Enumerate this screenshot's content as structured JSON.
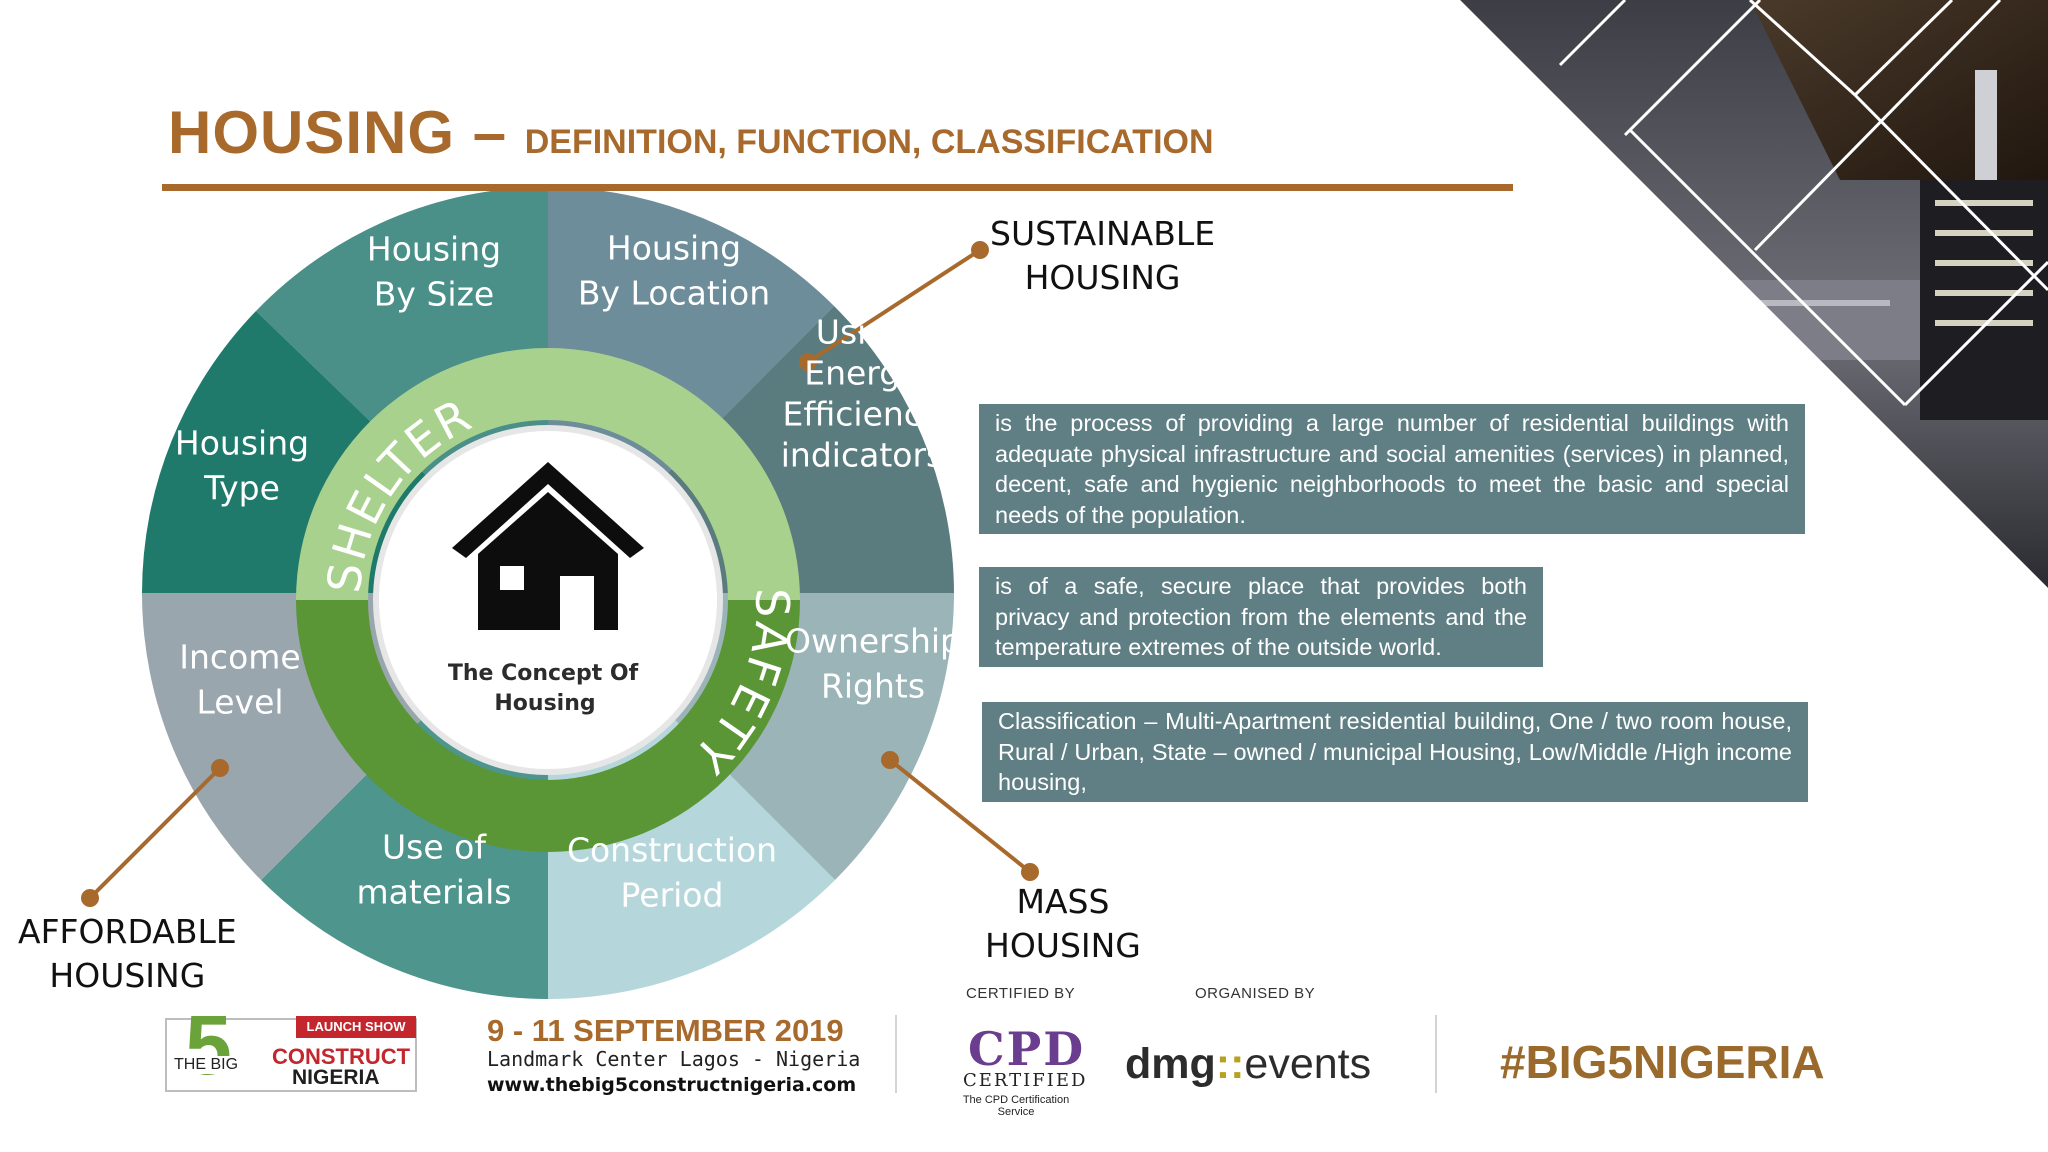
{
  "heading": {
    "main": "HOUSING – ",
    "sub": "DEFINITION, FUNCTION, CLASSIFICATION"
  },
  "colors": {
    "accent_brown": "#a86a2c",
    "box_teal": "#5f7f84",
    "shelter_green": "#a9d18e",
    "safety_green": "#5a9536"
  },
  "wheel": {
    "center_icon": "house-icon",
    "center_label_line1": "The Concept Of",
    "center_label_line2": "Housing",
    "inner_ring": [
      "SHELTER",
      "SAFETY"
    ],
    "segments": [
      {
        "lines": [
          "Housing",
          "By Size"
        ]
      },
      {
        "lines": [
          "Housing",
          "By Location"
        ]
      },
      {
        "lines": [
          "Using",
          "Energy",
          "Efficiency",
          "indicators"
        ]
      },
      {
        "lines": [
          "Ownership",
          "Rights"
        ]
      },
      {
        "lines": [
          "Construction",
          "Period"
        ]
      },
      {
        "lines": [
          "Use of",
          "materials"
        ]
      },
      {
        "lines": [
          "Income",
          "Level"
        ]
      },
      {
        "lines": [
          "Housing",
          "Type"
        ]
      }
    ]
  },
  "callouts": {
    "sustainable": "SUSTAINABLE\nHOUSING",
    "mass": "MASS\nHOUSING",
    "affordable": "AFFORDABLE\nHOUSING"
  },
  "info_boxes": [
    "is the process of providing a large number of residential buildings with adequate physical infrastructure and social amenities (services) in planned, decent, safe and hygienic neighborhoods to meet the basic and special needs of the population.",
    "is of a safe, secure place that provides both privacy and protection from the elements and the temperature extremes of the outside world.",
    "Classification – Multi-Apartment residential building, One / two room house, Rural / Urban, State – owned / municipal Housing, Low/Middle /High income housing,"
  ],
  "footer": {
    "logo": {
      "launch_show": "LAUNCH SHOW",
      "five": "5",
      "the_big": "THE BIG",
      "construct": "CONSTRUCT",
      "nigeria": "NIGERIA"
    },
    "date": "9 - 11 SEPTEMBER 2019",
    "venue": "Landmark Center Lagos - Nigeria",
    "website": "www.thebig5constructnigeria.com",
    "certified_by": "CERTIFIED BY",
    "cpd": "CPD",
    "cpd_certified": "CERTIFIED",
    "cpd_service": "The CPD Certification Service",
    "organised_by": "ORGANISED BY",
    "organiser_bold": "dmg",
    "organiser_dots": "::",
    "organiser_rest": "events",
    "hashtag": "#BIG5NIGERIA"
  }
}
